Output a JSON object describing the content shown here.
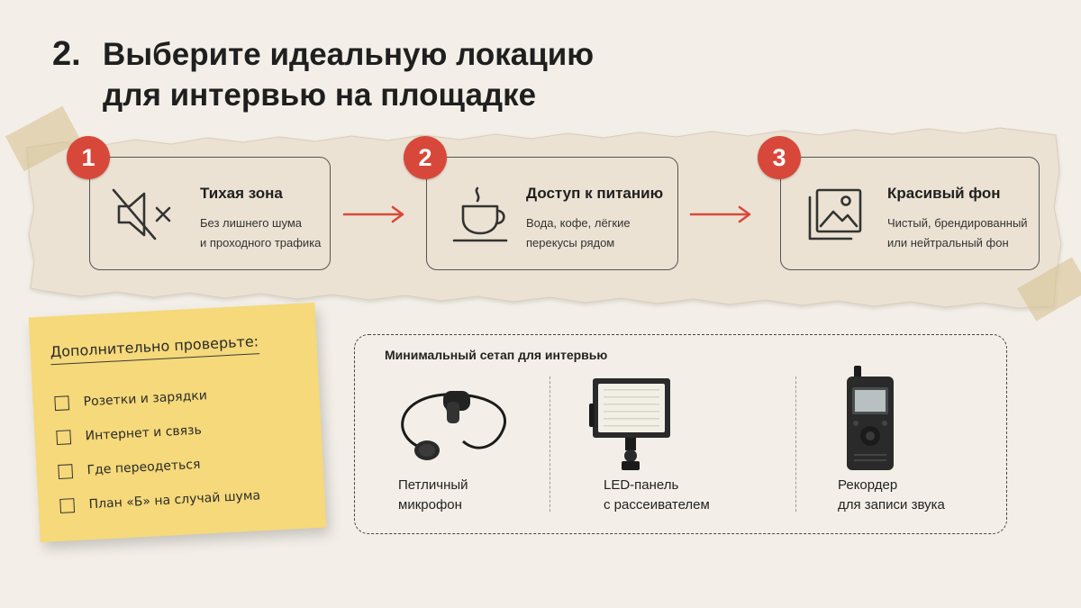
{
  "header": {
    "number": "2.",
    "title_line1": "Выберите идеальную локацию",
    "title_line2": "для интервью на площадке"
  },
  "steps": [
    {
      "badge": "1",
      "icon": "muted-speaker-icon",
      "title": "Тихая зона",
      "desc": "Без лишнего шума\nи проходного трафика"
    },
    {
      "badge": "2",
      "icon": "coffee-cup-icon",
      "title": "Доступ к питанию",
      "desc": "Вода, кофе, лёгкие\nперекусы рядом"
    },
    {
      "badge": "3",
      "icon": "image-gallery-icon",
      "title": "Красивый фон",
      "desc": "Чистый, брендированный\nили нейтральный фон"
    }
  ],
  "checklist": {
    "title": "Дополнительно проверьте:",
    "items": [
      {
        "label": "Розетки и зарядки",
        "checked": false
      },
      {
        "label": "Интернет и связь",
        "checked": false
      },
      {
        "label": "Где переодеться",
        "checked": false
      },
      {
        "label": "План «Б» на случай шума",
        "checked": false
      }
    ]
  },
  "setup": {
    "title": "Минимальный сетап для интервью",
    "equipment": [
      {
        "icon": "lavalier-microphone-icon",
        "label": "Петличный\nмикрофон"
      },
      {
        "icon": "led-panel-icon",
        "label": "LED-панель\nс рассеивателем"
      },
      {
        "icon": "audio-recorder-icon",
        "label": "Рекордер\nдля записи звука"
      }
    ]
  },
  "colors": {
    "accent": "#d8483a",
    "paper": "#ebe2d3",
    "sticky": "#f5d97a",
    "background": "#f3efe8"
  }
}
